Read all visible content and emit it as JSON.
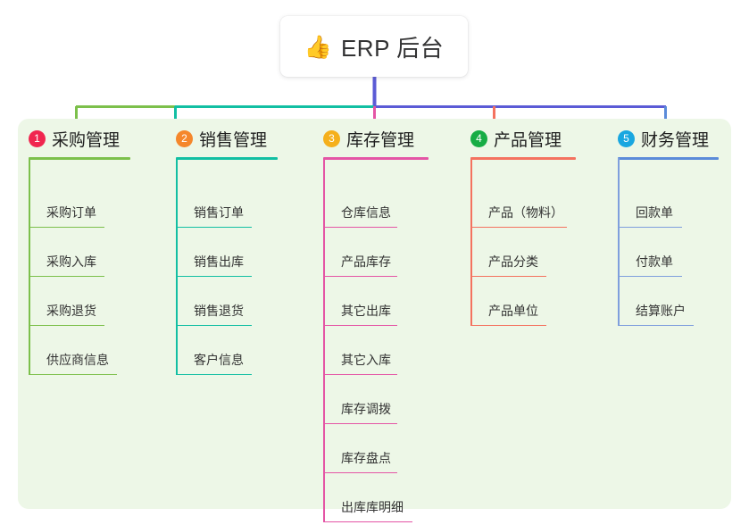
{
  "title": {
    "emoji": "👍",
    "emoji_name": "thumbs-up-emoji",
    "text": "ERP 后台"
  },
  "colors": {
    "panel_background": "#edf7e7",
    "page_background": "#ffffff",
    "title_text": "#323233",
    "trunk_line": "#5b5bd6",
    "bus_left": "#7cc04b",
    "bus_mid": "#12bfa3",
    "bus_right": "#5b5bd6"
  },
  "columns": [
    {
      "index": "1",
      "title": "采购管理",
      "badge_color": "#f0264f",
      "accent": "#7cc04b",
      "connector_color": "#7cc04b",
      "rule_width": 114,
      "items": [
        {
          "label": "采购订单",
          "rule_width": 85
        },
        {
          "label": "采购入库",
          "rule_width": 85
        },
        {
          "label": "采购退货",
          "rule_width": 85
        },
        {
          "label": "供应商信息",
          "rule_width": 99
        }
      ]
    },
    {
      "index": "2",
      "title": "销售管理",
      "badge_color": "#f5872c",
      "accent": "#12bfa3",
      "connector_color": "#12bfa3",
      "rule_width": 114,
      "items": [
        {
          "label": "销售订单",
          "rule_width": 85
        },
        {
          "label": "销售出库",
          "rule_width": 85
        },
        {
          "label": "销售退货",
          "rule_width": 85
        },
        {
          "label": "客户信息",
          "rule_width": 85
        }
      ]
    },
    {
      "index": "3",
      "title": "库存管理",
      "badge_color": "#f5b01c",
      "accent": "#e455a5",
      "connector_color": "#e455a5",
      "rule_width": 118,
      "items": [
        {
          "label": "仓库信息",
          "rule_width": 83
        },
        {
          "label": "产品库存",
          "rule_width": 83
        },
        {
          "label": "其它出库",
          "rule_width": 83
        },
        {
          "label": "其它入库",
          "rule_width": 83
        },
        {
          "label": "库存调拨",
          "rule_width": 83
        },
        {
          "label": "库存盘点",
          "rule_width": 83
        },
        {
          "label": "出库库明细",
          "rule_width": 100
        }
      ]
    },
    {
      "index": "4",
      "title": "产品管理",
      "badge_color": "#17ad45",
      "accent": "#f4725f",
      "connector_color": "#f4725f",
      "rule_width": 118,
      "items": [
        {
          "label": "产品（物料）",
          "rule_width": 108
        },
        {
          "label": "产品分类",
          "rule_width": 85
        },
        {
          "label": "产品单位",
          "rule_width": 85
        }
      ]
    },
    {
      "index": "5",
      "title": "财务管理",
      "badge_color": "#19a7e0",
      "accent": "#5b8bd9",
      "connector_color": "#7f9fdd",
      "rule_width": 113,
      "items": [
        {
          "label": "回款单",
          "rule_width": 72
        },
        {
          "label": "付款单",
          "rule_width": 72
        },
        {
          "label": "结算账户",
          "rule_width": 85
        }
      ]
    }
  ],
  "layout": {
    "column_x": [
      32,
      197,
      362,
      527,
      692
    ],
    "leaf_row_start": 90,
    "leaf_row_step": 55,
    "leaf_row_height": 32
  }
}
